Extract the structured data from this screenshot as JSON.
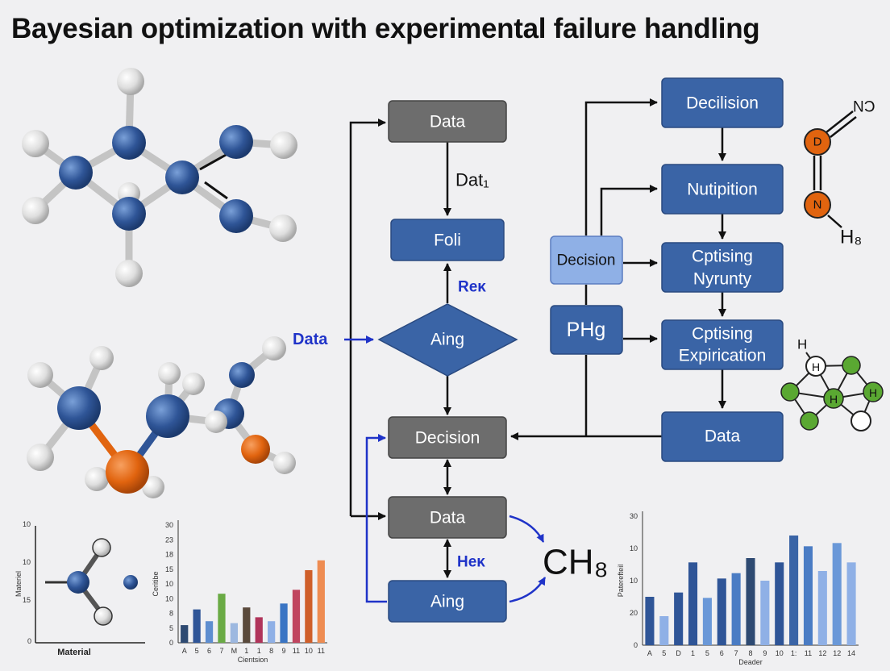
{
  "title": "Bayesian optimization with experimental failure handling",
  "colors": {
    "blue_box": "#3a64a6",
    "gray_box": "#6d6d6d",
    "light_blue_box": "#8fb0e6",
    "arrow_black": "#111111",
    "arrow_blue": "#1f33c8",
    "atom_blue": "#2f5597",
    "atom_white": "#e6e6e6",
    "atom_orange": "#e1640f",
    "atom_green": "#5aa832"
  },
  "flow": {
    "data_top": "Data",
    "dat1_label": "Dat₁",
    "foli": "Foli",
    "rek_label": "Reᴋ",
    "aing_diamond": "Aing",
    "data_input_label": "Data",
    "decision_center": "Decision",
    "data_bottom": "Data",
    "hek_label": "Heᴋ",
    "aing_bottom": "Aing",
    "ch8_label": "CH₈"
  },
  "right_column": {
    "decilision": "Decilision",
    "nutipition": "Nutipition",
    "cptising_nyrunty_line1": "Cptising",
    "cptising_nyrunty_line2": "Nyrunty",
    "cptising_expr_line1": "Cptising",
    "cptising_expr_line2": "Expirication",
    "data_right": "Data",
    "decision_light": "Decision",
    "phg": "PHg"
  },
  "molecule_labels": {
    "nd": "NƆ",
    "d_atom": "D",
    "n_atom": "N",
    "h8": "H₈",
    "h_top": "H",
    "h_atom1": "H",
    "h_atom2": "H",
    "h_atom3": "H"
  },
  "small_plot": {
    "y_ticks": [
      "10",
      "10",
      "15",
      "0"
    ],
    "ylabel": "Materiel",
    "xlabel": "Material"
  },
  "chart_data": [
    {
      "type": "bar",
      "categories": [
        "A",
        "5",
        "6",
        "7",
        "M",
        "1",
        "1",
        "8",
        "9",
        "11",
        "10",
        "11"
      ],
      "values": [
        4.5,
        8.5,
        5.5,
        12.5,
        5.0,
        9.0,
        6.5,
        5.5,
        10.0,
        13.5,
        18.5,
        21.0
      ],
      "y_ticks": [
        "30",
        "23",
        "18",
        "15",
        "10",
        "10",
        "8",
        "5",
        "0"
      ],
      "ylim": [
        0,
        30
      ],
      "ylabel": "Ceritibe",
      "xlabel": "Cientsion",
      "bar_colors": [
        "#2e4a72",
        "#2f5597",
        "#5e8ed0",
        "#6aaa45",
        "#9db8e0",
        "#5a4a3c",
        "#b0345a",
        "#8fb0e6",
        "#3a75c4",
        "#c0455f",
        "#cf5f2a",
        "#ee8c52"
      ]
    },
    {
      "type": "bar",
      "categories": [
        "A",
        "5",
        "D",
        "1",
        "5",
        "6",
        "7",
        "8",
        "9",
        "10",
        "1:",
        "11",
        "12",
        "12",
        "14"
      ],
      "values": [
        22.5,
        13.5,
        24.5,
        38.5,
        22.0,
        31.0,
        33.5,
        40.5,
        30.0,
        38.5,
        51.0,
        46.0,
        34.5,
        47.5,
        38.5
      ],
      "y_ticks": [
        "30",
        "10",
        "10",
        "20",
        "0"
      ],
      "ylim": [
        0,
        60
      ],
      "ylabel": "Paterefteil",
      "xlabel": "Deader",
      "bar_colors": [
        "#2f5597",
        "#8fb0e6",
        "#2f5597",
        "#2f5597",
        "#6a98d8",
        "#2f5597",
        "#4a7cc4",
        "#2e4a72",
        "#8fb0e6",
        "#2f5597",
        "#3a64a6",
        "#4a7cc4",
        "#8fb0e6",
        "#6a98d8",
        "#8fb0e6"
      ]
    }
  ]
}
